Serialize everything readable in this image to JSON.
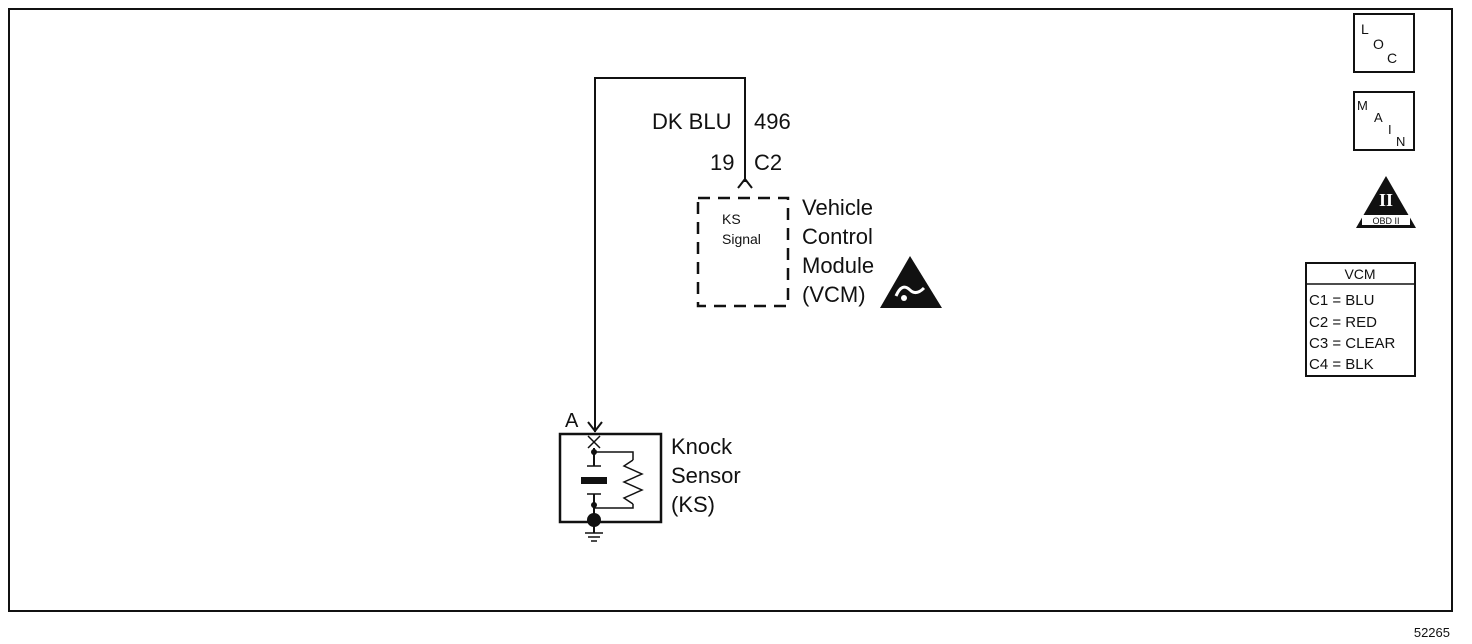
{
  "wire": {
    "color": "DK BLU",
    "circuit": "496",
    "pin": "19",
    "connector": "C2"
  },
  "module": {
    "function_line1": "KS",
    "function_line2": "Signal",
    "name_line1": "Vehicle",
    "name_line2": "Control",
    "name_line3": "Module",
    "name_line4": "(VCM)"
  },
  "sensor": {
    "terminal": "A",
    "name_line1": "Knock",
    "name_line2": "Sensor",
    "name_line3": "(KS)"
  },
  "side_icons": {
    "loc": [
      "L",
      "O",
      "C"
    ],
    "main": [
      "M",
      "A",
      "I",
      "N"
    ],
    "obd_numeral": "II",
    "obd_label": "OBD II"
  },
  "connector_legend": {
    "title": "VCM",
    "rows": [
      "C1 = BLU",
      "C2 = RED",
      "C3 = CLEAR",
      "C4 = BLK"
    ]
  },
  "figure_number": "52265",
  "icons": [
    "esd-warning-icon",
    "obd-ii-icon",
    "ground-icon",
    "resistor-icon",
    "piezo-element-icon"
  ]
}
